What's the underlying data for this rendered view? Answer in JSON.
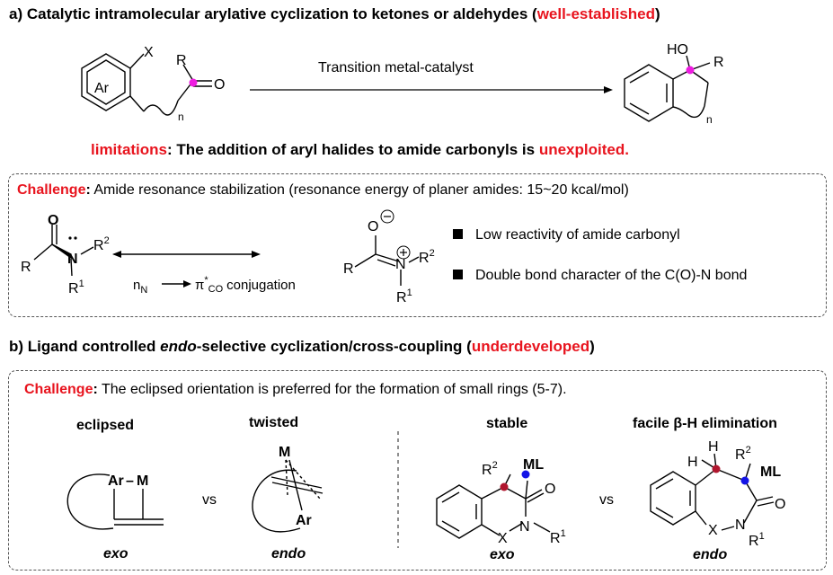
{
  "section_a": {
    "label": "a)",
    "title": "Catalytic intramolecular arylative cyclization to ketones or aldehydes (",
    "emphasis": "well-established",
    "close": ")",
    "reagent": "Transition metal-catalyst",
    "limitations": {
      "key": "limitations",
      "sep": ":",
      "text": "The addition of aryl halides to amide carbonyls is",
      "emphasis": "unexploited."
    },
    "challenge": {
      "key": "Challenge",
      "sep": ":",
      "text": "Amide resonance stabilization (resonance energy of planer amides: 15~20 kcal/mol)",
      "conjugation": "conjugation",
      "bullets": [
        "Low reactivity of amide carbonyl",
        "Double bond character of the C(O)-N bond"
      ]
    }
  },
  "section_b": {
    "label": "b)",
    "title_pre": "Ligand controlled",
    "title_italic": "endo",
    "title_post": "-selective cyclization/cross-coupling (",
    "emphasis": "underdeveloped",
    "close": ")",
    "challenge": {
      "key": "Challenge",
      "sep": ":",
      "text": "The eclipsed orientation is preferred for the formation of small rings (5-7)."
    },
    "panels": [
      {
        "top": "eclipsed",
        "bottom": "exo"
      },
      {
        "top": "twisted",
        "bottom": "endo"
      },
      {
        "top": "stable",
        "bottom": "exo"
      },
      {
        "top": "facile β-H elimination",
        "bottom": "endo"
      }
    ],
    "vs": "vs"
  },
  "atoms": {
    "X": "X",
    "R": "R",
    "O": "O",
    "Ar": "Ar",
    "n": "n",
    "HO": "HO",
    "N": "N",
    "R1": "R",
    "R2": "R",
    "M": "M",
    "ML": "ML",
    "H": "H"
  },
  "colors": {
    "magenta": "#ee1be0",
    "crimson": "#b0162e",
    "blue": "#1414e6",
    "red": "#e8141e"
  }
}
